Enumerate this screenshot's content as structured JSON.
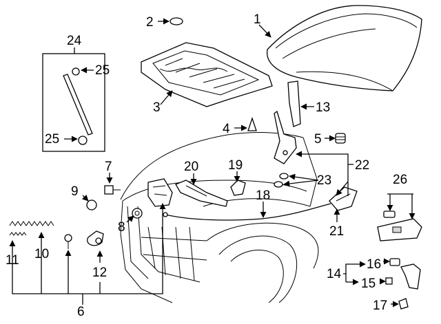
{
  "callouts": {
    "c1": "1",
    "c2": "2",
    "c3": "3",
    "c4": "4",
    "c5": "5",
    "c6": "6",
    "c7": "7",
    "c8": "8",
    "c9": "9",
    "c10": "10",
    "c11": "11",
    "c12": "12",
    "c13": "13",
    "c14": "14",
    "c15": "15",
    "c16": "16",
    "c17": "17",
    "c18": "18",
    "c19": "19",
    "c20": "20",
    "c21": "21",
    "c22": "22",
    "c23": "23",
    "c24": "24",
    "c25a": "25",
    "c25b": "25",
    "c26": "26"
  }
}
